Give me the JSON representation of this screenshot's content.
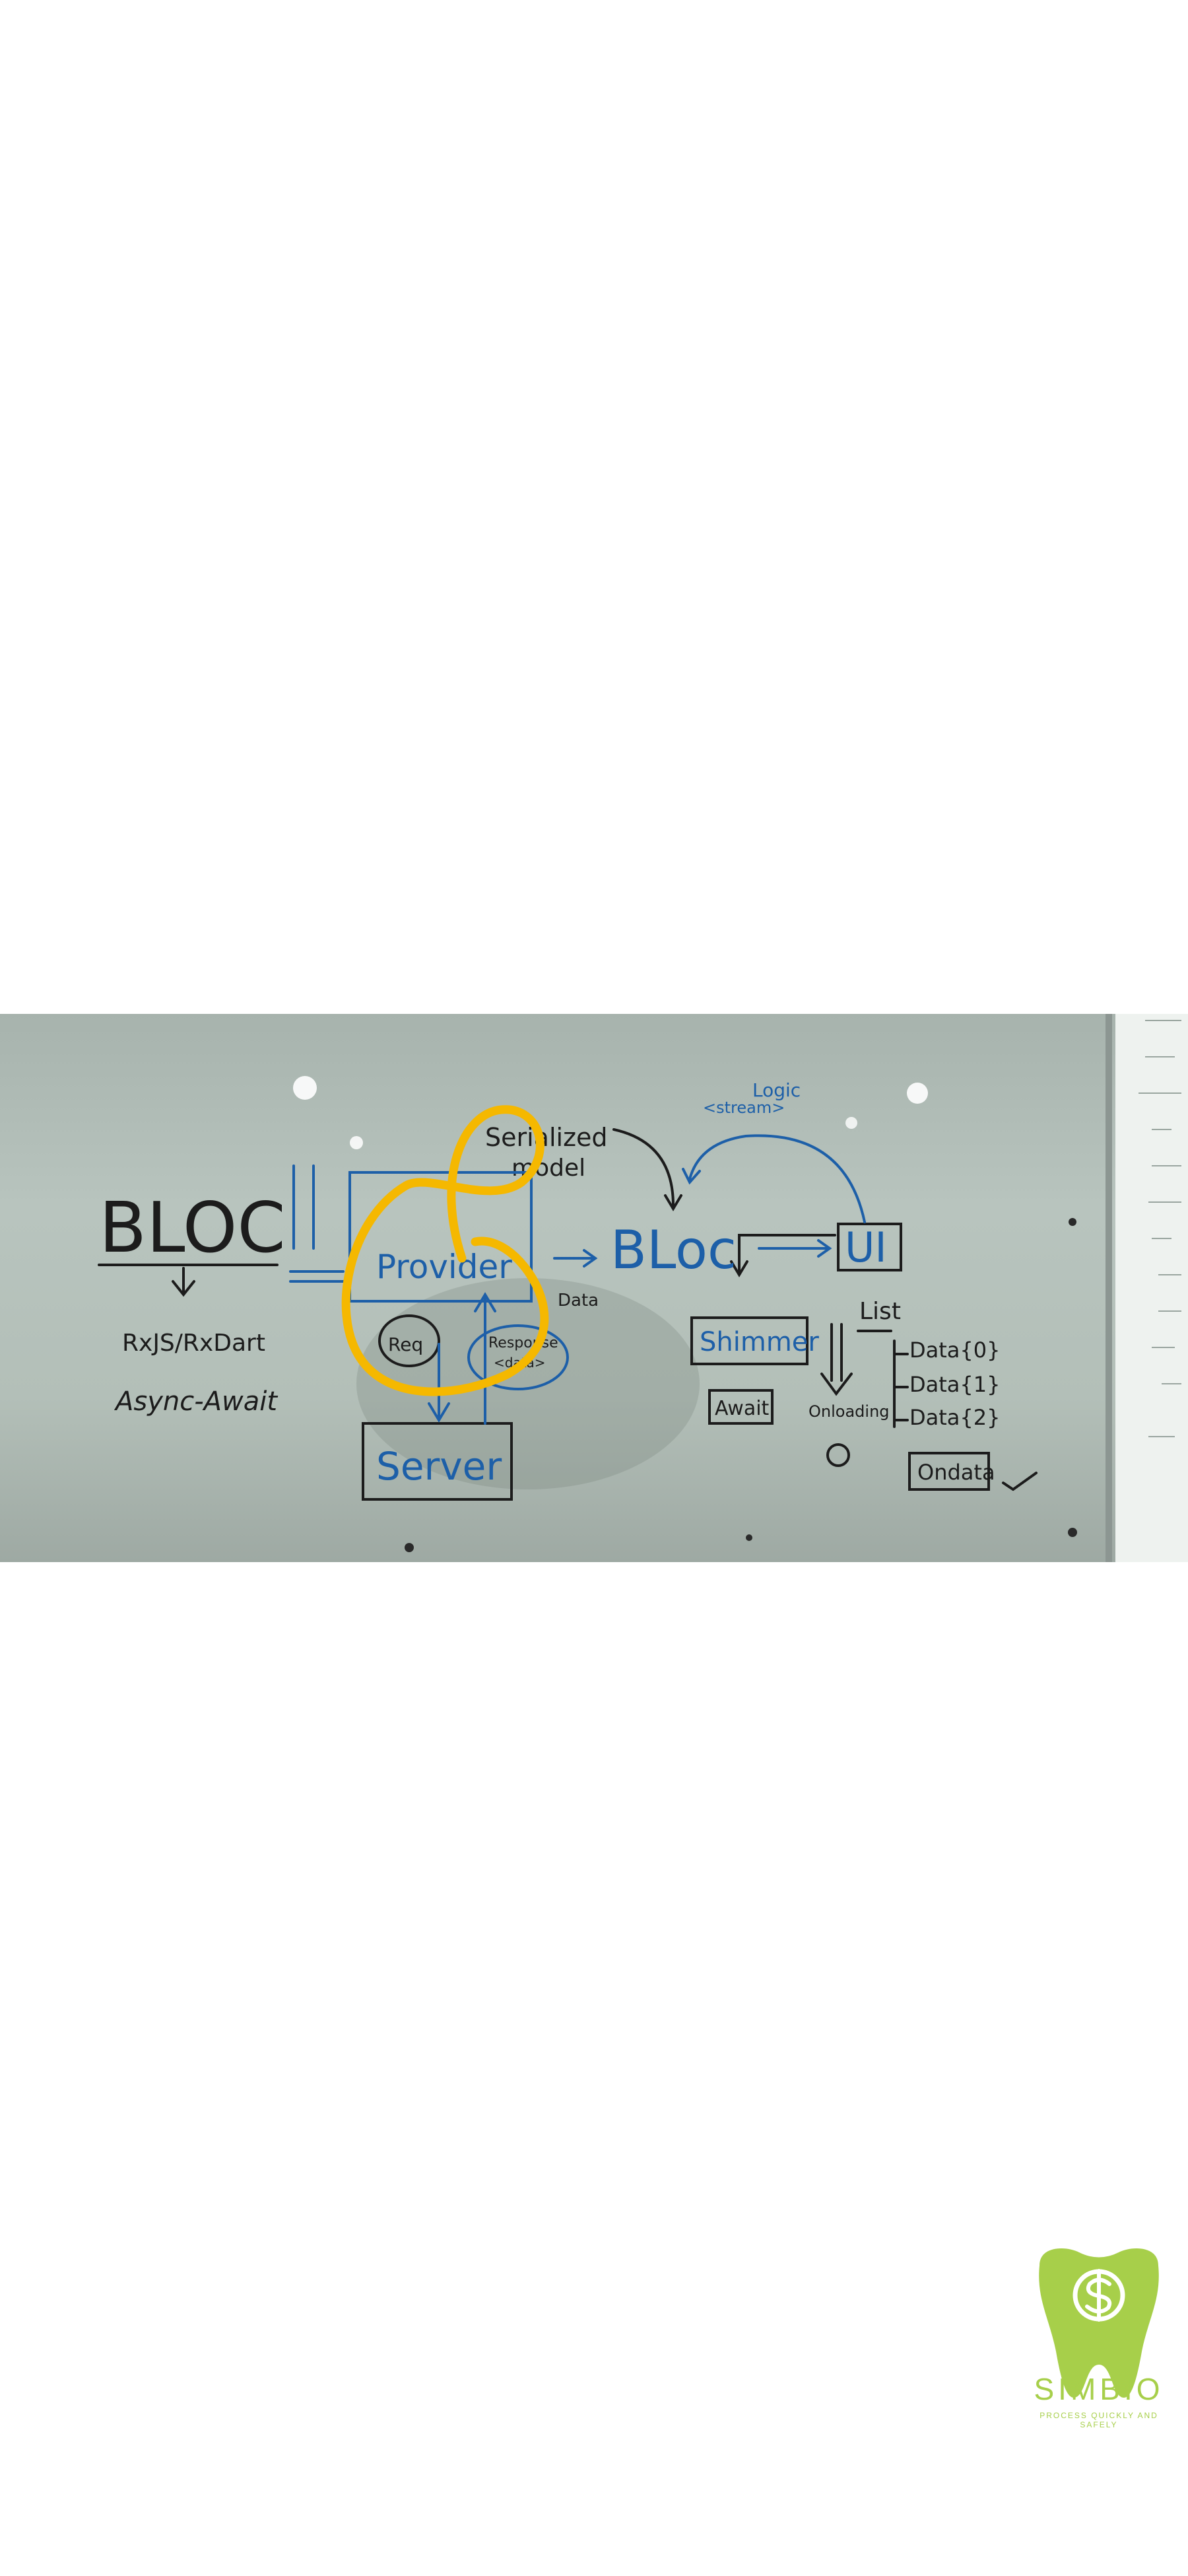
{
  "photo": {
    "board_texts": {
      "bloc_main": "BLOC",
      "rxjs": "RxJS/RxDart",
      "async": "Async-Await",
      "serialized": "Serialized",
      "model": "model",
      "logic": "Logic",
      "stream": "<stream>",
      "provider": "Provider",
      "bloc_blue": "BLoc",
      "ui": "UI",
      "data_label": "Data",
      "req": "Req",
      "response": "Response",
      "response_data": "<data>",
      "server": "Server",
      "shimmer": "Shimmer",
      "await": "Await",
      "onloading": "Onloading",
      "list": "List",
      "data0": "Data{0}",
      "data1": "Data{1}",
      "data2": "Data{2}",
      "ondata": "Ondata"
    },
    "ink_colors": {
      "black": "#1c1c1c",
      "blue": "#1d5fa8",
      "highlight": "#f5b800"
    }
  },
  "brand": {
    "name": "SIMBIO",
    "tagline": "PROCESS QUICKLY AND SAFELY",
    "icon": "tooth-dollar-icon",
    "color": "#a7cf4a"
  }
}
